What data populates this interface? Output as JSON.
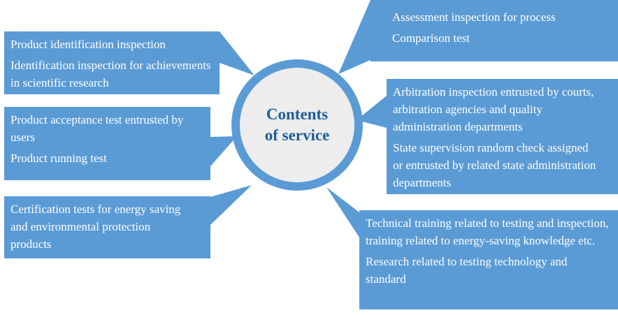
{
  "colors": {
    "box": "#5b9bd5",
    "ring": "#5b9bd5",
    "hub_fill": "#ededed",
    "hub_text": "#1f5c99",
    "box_text": "#ffffff"
  },
  "center": {
    "line1": "Contents",
    "line2": "of service"
  },
  "boxes": [
    {
      "items": [
        "Product identification inspection",
        "Identification inspection for achievements in scientific research"
      ]
    },
    {
      "items": [
        "Product acceptance test entrusted by users",
        "Product running test"
      ]
    },
    {
      "items": [
        "Certification tests for energy saving and environmental protection products"
      ]
    },
    {
      "items": [
        "Assessment inspection for process",
        "Comparison test"
      ]
    },
    {
      "items": [
        "Arbitration inspection entrusted by courts, arbitration agencies and quality administration departments",
        "State supervision random check assigned or entrusted by related state administration departments"
      ]
    },
    {
      "items": [
        "Technical training related to testing and inspection, training related to energy-saving knowledge etc.",
        "Research related to testing technology and standard"
      ]
    }
  ]
}
